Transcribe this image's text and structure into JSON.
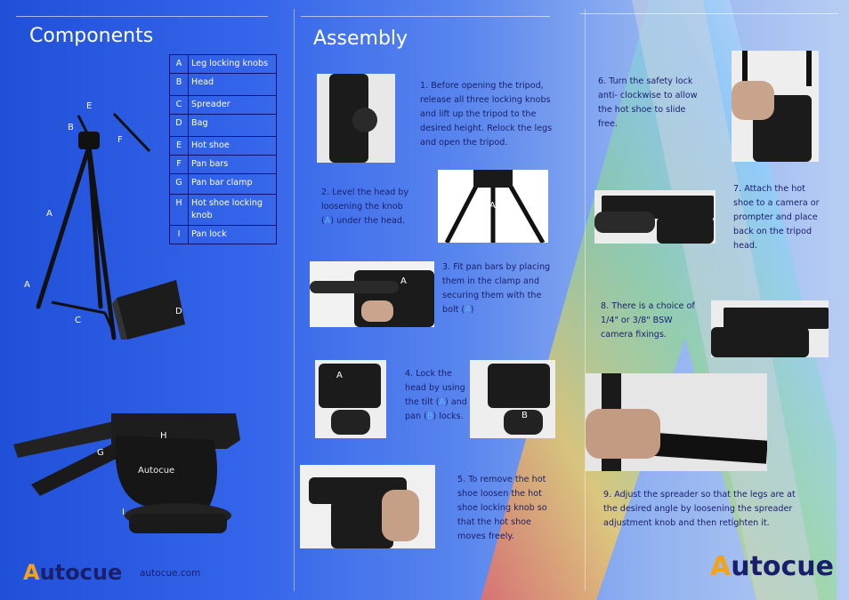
{
  "components": {
    "title": "Components",
    "legend": [
      {
        "key": "A",
        "label": "Leg locking knobs"
      },
      {
        "key": "B",
        "label": "Head"
      },
      {
        "key": "C",
        "label": "Spreader"
      },
      {
        "key": "D",
        "label": "Bag"
      },
      {
        "key": "E",
        "label": "Hot shoe"
      },
      {
        "key": "F",
        "label": "Pan bars"
      },
      {
        "key": "G",
        "label": "Pan bar clamp"
      },
      {
        "key": "H",
        "label": "Hot shoe locking knob"
      },
      {
        "key": "I",
        "label": "Pan lock"
      }
    ],
    "tripod_labels": [
      "E",
      "B",
      "F",
      "A",
      "A",
      "C",
      "D"
    ],
    "head_labels": [
      "H",
      "G",
      "I"
    ],
    "url": "autocue.com"
  },
  "assembly": {
    "title": "Assembly",
    "steps": {
      "s1": "1.  Before opening the tripod, release all three locking knobs and lift up the tripod to the desired height. Relock the legs and open the tripod.",
      "s2a": "2. Level the head by loosening the knob (",
      "s2b": "A",
      "s2c": ") under the head.",
      "s3a": "3. Fit pan bars by placing them in the clamp and securing them with the bolt (",
      "s3b": "A",
      "s3c": ")",
      "s4a": "4. Lock the head by using the tilt (",
      "s4b": "A",
      "s4c": ") and pan (",
      "s4d": "B",
      "s4e": ") locks.",
      "s5": "5. To remove the hot shoe loosen the hot shoe locking knob so that the hot shoe moves freely.",
      "s6": "6. Turn the safety lock anti- clockwise to allow the hot shoe to slide free.",
      "s7": "7. Attach the hot shoe to a camera or prompter and place back on the tripod head.",
      "s8": "8. There is a choice of 1/4\" or 3/8\" BSW camera fixings.",
      "s9": "9. Adjust the spreader so that the legs are at the desired angle by loosening the spreader adjustment knob and then retighten it."
    },
    "photo_labels": {
      "p2": "A",
      "p3": "A",
      "p4a": "A",
      "p4b": "B"
    }
  },
  "brand": {
    "logo_prefix": "A",
    "logo_rest": "utocue",
    "logo_color": "#1a1f6b",
    "accent": "#f2a21b"
  }
}
